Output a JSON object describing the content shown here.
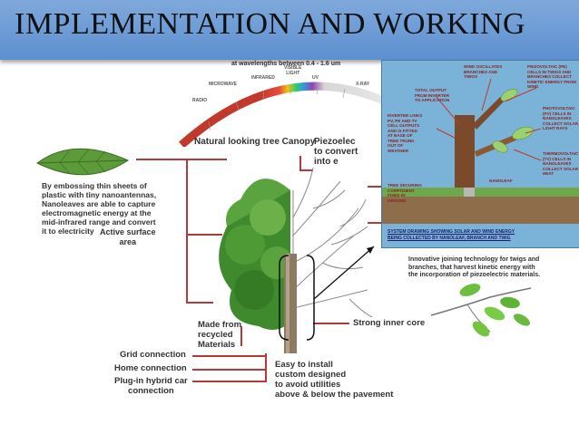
{
  "title": "IMPLEMENTATION AND WORKING",
  "spectrum": {
    "heading": "at wavelengths between 0.4 - 1.6 um",
    "bands": [
      "RADIO",
      "MICROWAVE",
      "INFRARED",
      "VISIBLE\nLIGHT",
      "UV",
      "X-RAY"
    ]
  },
  "labels": {
    "canopy": "Natural looking tree Canopy",
    "piezo": "Piezoelec\nto convert\ninto e",
    "nanoleaves": "By embossing thin sheets of\nplastic with tiny nanoantennas,\nNanoleaves are able to capture\nelectromagnetic energy at the\nmid-infrared range and convert\nit to electricity",
    "active_surface": "Active surface\narea",
    "joining_tech": "Innovative joining technology for twigs and\nbranches, that harvest kinetic energy with\nthe incorporation of piezoelectric materials.",
    "inner_core": "Strong inner core",
    "recycled": "Made from\nrecycled\nMaterials",
    "grid": "Grid connection",
    "home": "Home connection",
    "plugin": "Plug-in  hybrid car\nconnection",
    "install": "Easy to install\ncustom designed\nto avoid utilities\nabove & below the pavement"
  },
  "inset": {
    "wind": "WIND OSCILLATES\nBRANCHES AND\nTWIGS",
    "piezo_cells": "PIEZOVOLTAIC (PE)\nCELLS IN TWIGS AND\nBRANCHES COLLECT\nKINETIC ENERGY FROM\nWIND",
    "total_output": "TOTAL OUTPUT\nFROM INVERTER\nTO APPLICATION",
    "inverter": "INVERTER LINKS\nPV, PE AND TV\nCELL OUTPUTS\nAND IS FITTED\nAT BASE OF\nTREE TRUNK\nOUT OF\nWEATHER",
    "pv_cells": "PHOTOVOLTAIC\n(PV) CELLS IN\nNANOLEAVES\nCOLLECT SOLAR\nLIGHT RAYS",
    "tv_cells": "THERMOVOLTAIC\n(TV) CELLS IN\nNANOLEAVES\nCOLLECT SOLAR\nHEAT",
    "nanoleaf": "NANOLEAF",
    "securing": "TREE SECURING\nCOMPONENT\nFIXED IN\nGROUND",
    "caption": "SYSTEM DRAWING SHOWING SOLAR AND WIND ENERGY\nBEING COLLECTED BY NANOLEAF, BRANCH AND TWIG"
  },
  "colors": {
    "title_bar": "#6b9ad6",
    "callout_line": "#b23a3a",
    "inset_bg": "#7ab3d7",
    "foliage": "#3f8a2c"
  }
}
